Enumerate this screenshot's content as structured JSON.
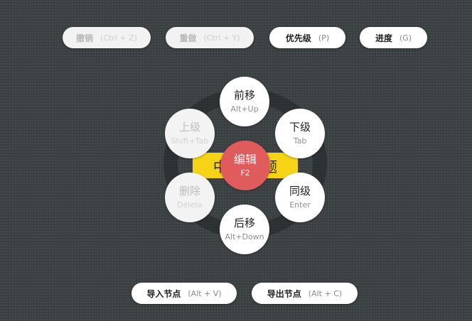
{
  "toolbar": {
    "undo": {
      "label": "撤销",
      "shortcut": "(Ctrl + Z)"
    },
    "redo": {
      "label": "重做",
      "shortcut": "(Ctrl + Y)"
    },
    "priority": {
      "label": "优先级",
      "shortcut": "(P)"
    },
    "progress": {
      "label": "进度",
      "shortcut": "(G)"
    }
  },
  "topic": {
    "text_visible": "中  题"
  },
  "menu": {
    "center": {
      "label": "编辑",
      "shortcut": "F2"
    },
    "move_up": {
      "label": "前移",
      "shortcut": "Alt+Up"
    },
    "child": {
      "label": "下级",
      "shortcut": "Tab"
    },
    "sibling": {
      "label": "同级",
      "shortcut": "Enter"
    },
    "move_down": {
      "label": "后移",
      "shortcut": "Alt+Down"
    },
    "delete": {
      "label": "删除",
      "shortcut": "Delete"
    },
    "parent": {
      "label": "上级",
      "shortcut": "Shift+Tab"
    }
  },
  "bottom": {
    "import": {
      "label": "导入节点",
      "shortcut": "(Alt + V)"
    },
    "export": {
      "label": "导出节点",
      "shortcut": "(Alt + C)"
    }
  },
  "colors": {
    "background": "#3a3f41",
    "topic": "#f6d415",
    "center_button": "#e05b5b"
  }
}
